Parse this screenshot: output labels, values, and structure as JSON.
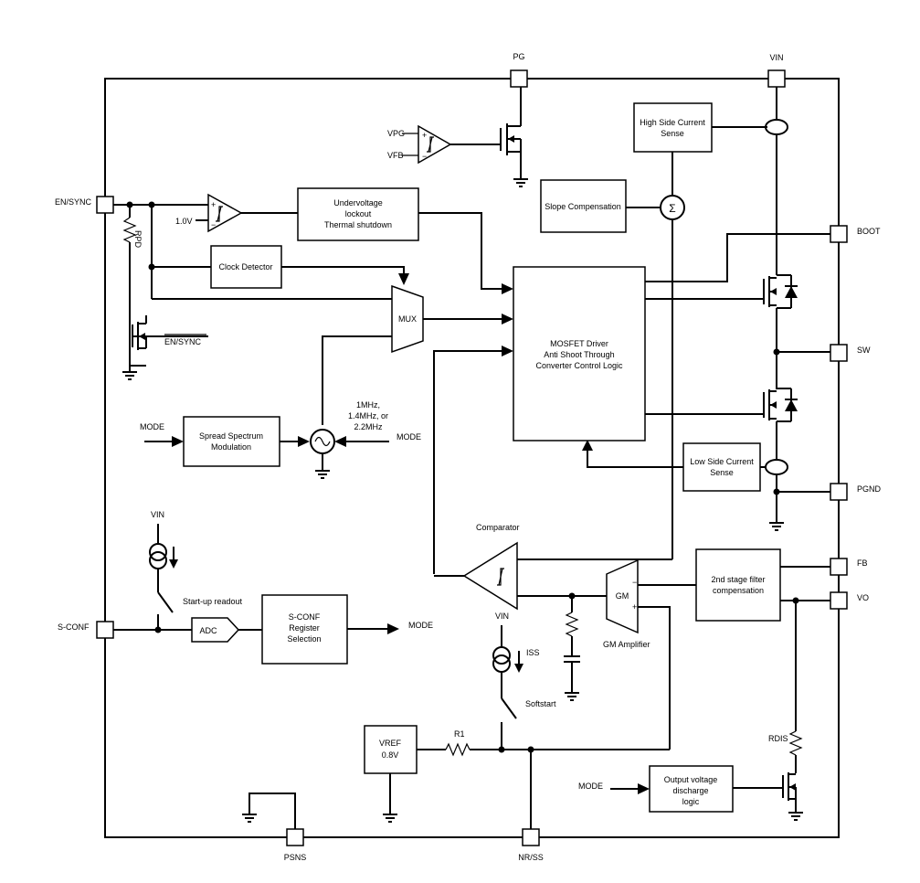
{
  "pins": {
    "pg": "PG",
    "vin": "VIN",
    "en_sync": "EN/SYNC",
    "boot": "BOOT",
    "sw": "SW",
    "pgnd": "PGND",
    "fb": "FB",
    "vo": "VO",
    "s_conf": "S-CONF",
    "psns": "PSNS",
    "nr_ss": "NR/SS"
  },
  "blocks": {
    "high_side_sense": [
      "High Side Current",
      "Sense"
    ],
    "slope_comp": "Slope Compensation",
    "uvlo": [
      "Undervoltage",
      "lockout",
      "Thermal shutdown"
    ],
    "clock_detector": "Clock Detector",
    "mux": "MUX",
    "mosfet_driver": [
      "MOSFET Driver",
      "Anti Shoot Through",
      "Converter Control Logic"
    ],
    "spread_spectrum": [
      "Spread Spectrum",
      "Modulation"
    ],
    "low_side_sense": [
      "Low Side Current",
      "Sense"
    ],
    "second_stage": [
      "2nd stage filter",
      "compensation"
    ],
    "gm": "GM",
    "adc": "ADC",
    "sconf_reg": [
      "S-CONF",
      "Register",
      "Selection"
    ],
    "vref": [
      "VREF",
      "0.8V"
    ],
    "discharge": [
      "Output voltage",
      "discharge",
      "logic"
    ]
  },
  "labels": {
    "vpg": "VPG",
    "vfb": "VFB",
    "v1_0": "1.0V",
    "rpd": "RPD",
    "en_sync_bar": "EN/SYNC",
    "sigma": "Σ",
    "freq": [
      "1MHz,",
      "1.4MHz, or",
      "2.2MHz"
    ],
    "mode_left": "MODE",
    "mode_right": "MODE",
    "mode_adc": "MODE",
    "mode_discharge": "MODE",
    "comparator": "Comparator",
    "gm_amplifier": "GM Amplifier",
    "vin_top": "VIN",
    "vin_ss": "VIN",
    "iss": "ISS",
    "startup_readout": "Start-up readout",
    "softstart": "Softstart",
    "r1": "R1",
    "rdis": "RDIS",
    "plus": "+",
    "minus": "−"
  }
}
